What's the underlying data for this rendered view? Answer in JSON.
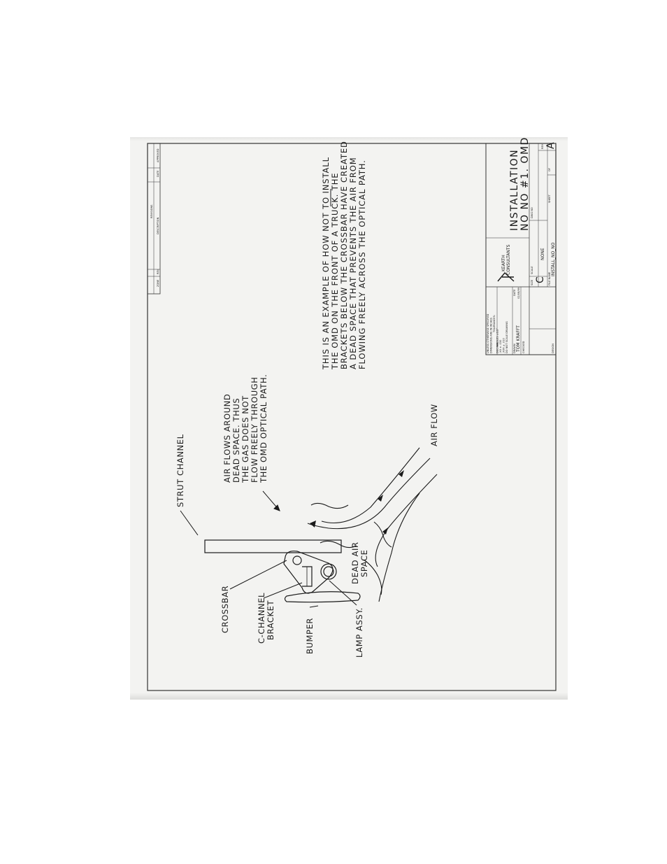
{
  "sheet": {
    "revision_table": {
      "headers": [
        "ZONE",
        "REV",
        "DESCRIPTION",
        "DATE",
        "APPROVED"
      ],
      "group_label": "REVISIONS"
    },
    "note": {
      "lines": [
        "THIS IS AN EXAMPLE OF HOW NOT TO INSTALL",
        "THE OMD ON THE FRONT OF A TRUCK.  THE",
        "BRACKETS BELOW THE CROSSBAR HAVE CREATED",
        "A DEAD SPACE THAT PREVENTS THE AIR FROM",
        "FLOWING FREELY ACROSS THE OPTICAL PATH."
      ]
    },
    "callout": {
      "lines": [
        "AIR FLOWS AROUND",
        "DEAD SPACE. THUS",
        "THE GAS DOES NOT",
        "FLOW FREELY THROUGH",
        "THE OMD OPTICAL PATH."
      ]
    },
    "labels": {
      "strut_channel": "STRUT CHANNEL",
      "crossbar": "CROSSBAR",
      "c_channel_line1": "C-CHANNEL",
      "c_channel_line2": "BRACKET",
      "bumper": "BUMPER",
      "lamp_assy": "LAMP ASSY.",
      "dead_air_line1": "DEAD AIR",
      "dead_air_line2": "SPACE",
      "air_flow": "AIR FLOW"
    },
    "title_block": {
      "tolerance_lines": [
        "UNLESS OTHERWISE SPECIFIED",
        "DIMENSIONS ARE IN INCHES",
        "TOLERANCES:",
        "ANGLES ±1/2°",
        "DECIMAL",
        ".XX ± .030",
        ".XXX ± .010",
        "DO NOT SCALE DRAWING"
      ],
      "drawn_label": "DRAWN",
      "drawn_by": "TOM KRAFFT",
      "date_label": "DATE",
      "date_value": "02/08/99",
      "checked_label": "CHECKED",
      "design_label": "DESIGN",
      "company_line1": "KEARTH",
      "company_line2": "CONSULTANTS",
      "title_line1": "INSTALLATION",
      "title_line2": "NO NO #1.  OMD",
      "size_label": "SIZE",
      "size_value": "C",
      "scale_label": "SCALE",
      "scale_value": "NONE",
      "dwg_no_label": "DWG NO",
      "file_label": "FILE NAME",
      "file_value": "INSTALL_NO_NO",
      "sheet_label": "SHEET",
      "of_label": "OF",
      "rev_label": "REV",
      "rev_value": "A"
    }
  }
}
